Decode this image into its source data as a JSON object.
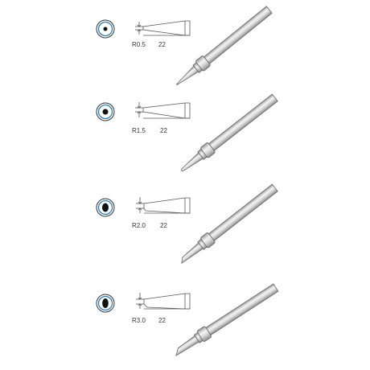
{
  "tips": [
    {
      "radius_label": "R0.5",
      "length_label": "22",
      "shape": "conical-pointed"
    },
    {
      "radius_label": "R1.5",
      "length_label": "22",
      "shape": "conical-rounded"
    },
    {
      "radius_label": "R2.0",
      "length_label": "22",
      "shape": "bevel"
    },
    {
      "radius_label": "R3.0",
      "length_label": "22",
      "shape": "bevel-large"
    }
  ],
  "colors": {
    "ring": "#2a7fc0",
    "line": "#555555",
    "shaft_light": "#f2f2f2",
    "shaft_dark": "#a8a8a8"
  }
}
